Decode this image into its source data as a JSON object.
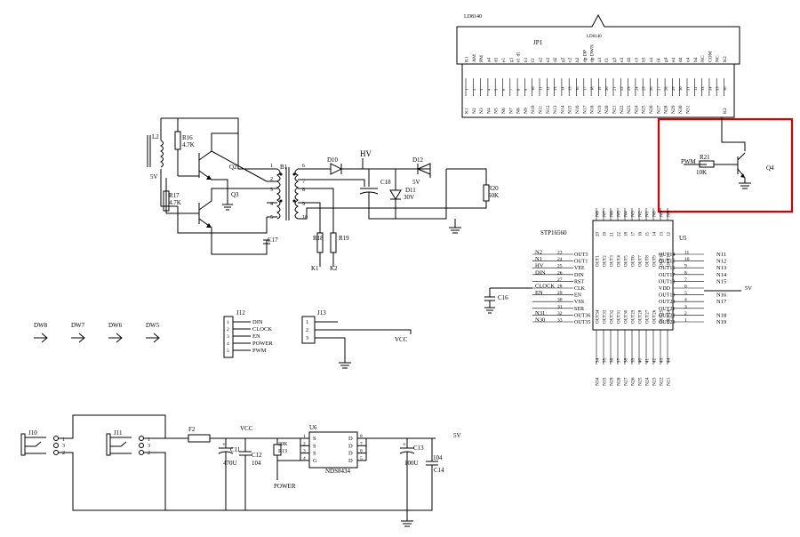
{
  "connector": {
    "ref": "JP1",
    "part_top": "LD8140",
    "part_inner": "LD8140",
    "top_labels": [
      "K1",
      "AM",
      "PM",
      "a4",
      "d1",
      "e1",
      "g1",
      "e1 d1",
      "b1",
      "f2",
      "a2",
      "e2",
      "d2",
      "g2",
      "c2",
      "b2",
      "dp DP",
      "dp DWN",
      "a3",
      "f3",
      "g3",
      "e3",
      "d3",
      "c3",
      "b3",
      "a4",
      "f4",
      "g4",
      "e4",
      "d4",
      "c4",
      "b4",
      "NC",
      "COM",
      "NC",
      "K2"
    ],
    "bottom_labels": [
      "K1",
      "N2",
      "N3",
      "N4",
      "N5",
      "N6",
      "N7",
      "N8",
      "N9",
      "N10",
      "N11",
      "N12",
      "N13",
      "N14",
      "N15",
      "N16",
      "N17",
      "N18",
      "N19",
      "N20",
      "N21",
      "N22",
      "N23",
      "N24",
      "N25",
      "N26",
      "N27",
      "N28",
      "N29",
      "N30",
      "N31",
      "",
      "",
      "",
      "",
      "K2"
    ]
  },
  "transistor_q4": {
    "ref": "Q4",
    "r_ref": "R21",
    "r_val": "10K",
    "net": "PWM"
  },
  "inverter": {
    "L2": "L2",
    "R16": "R16",
    "R16_val": "4.7K",
    "R17": "R17",
    "R17_val": "4.7K",
    "Q2": "Q2",
    "Q3": "Q3",
    "C17": "C17",
    "supply": "5V",
    "B1": "B1",
    "B1_pins": [
      "1",
      "2",
      "3",
      "4",
      "5",
      "6",
      "7",
      "8",
      "9",
      "10"
    ],
    "D10": "D10",
    "HV": "HV",
    "D12": "D12",
    "D12_val": "5V",
    "C18": "C18",
    "D11": "D11",
    "D11_val": "30V",
    "R20": "R20",
    "R20_val": "50K",
    "R18": "R18",
    "R19": "R19",
    "K1": "K1",
    "K2": "K2"
  },
  "driver": {
    "ref": "U5",
    "part": "STP16560",
    "top_pins": [
      [
        "N8",
        "20"
      ],
      [
        "N7",
        "19"
      ],
      [
        "N6",
        "21"
      ],
      [
        "N5",
        "22"
      ],
      [
        "N4",
        "18"
      ],
      [
        "N3",
        "17"
      ],
      [
        "N2",
        "16"
      ],
      [
        "N1",
        "15"
      ],
      [
        "N0",
        "14"
      ],
      [
        "N9",
        "13"
      ],
      [
        "N6",
        "12"
      ]
    ],
    "top_out": [
      "OUT1",
      "OUT2",
      "OUT3",
      "OUT4",
      "OUT5",
      "OUT6",
      "OUT7",
      "OUT8",
      "OUT9",
      "OUT10",
      "OUT11"
    ],
    "left_pins": [
      [
        "N2",
        "23",
        "OUT3"
      ],
      [
        "N1",
        "24",
        "OUT1"
      ],
      [
        "HV",
        "25",
        "VEE"
      ],
      [
        "DIN",
        "26",
        "DIN"
      ],
      [
        "",
        "27",
        "RST"
      ],
      [
        "CLOCK",
        "28",
        "CLK"
      ],
      [
        "EN",
        "29",
        "EN"
      ],
      [
        "",
        "30",
        "VSS"
      ],
      [
        "",
        "31",
        "SER"
      ],
      [
        "N31",
        "32",
        "OUT36"
      ],
      [
        "N30",
        "33",
        "OUT35"
      ]
    ],
    "right_pins": [
      [
        "N11",
        "11",
        "OUT14"
      ],
      [
        "N12",
        "10",
        "OUT15"
      ],
      [
        "N13",
        "9",
        "OUT16"
      ],
      [
        "N14",
        "8",
        "OUT17"
      ],
      [
        "N15",
        "7",
        "OUT18"
      ],
      [
        "5V",
        "6",
        "VDD"
      ],
      [
        "N16",
        "5",
        "OUT19"
      ],
      [
        "N17",
        "4",
        "OUT20"
      ],
      [
        "",
        "3",
        "OUT21"
      ],
      [
        "N18",
        "2",
        "OUT22"
      ],
      [
        "N19",
        "1",
        "OUT23"
      ]
    ],
    "bottom_pins": [
      [
        "N34",
        "34"
      ],
      [
        "N33",
        "35"
      ],
      [
        "N29",
        "36"
      ],
      [
        "N28",
        "37"
      ],
      [
        "N27",
        "38"
      ],
      [
        "N26",
        "39"
      ],
      [
        "N25",
        "40"
      ],
      [
        "N24",
        "41"
      ],
      [
        "N23",
        "42"
      ],
      [
        "N22",
        "43"
      ],
      [
        "N21",
        "44"
      ]
    ],
    "bottom_out": [
      "OUT34",
      "OUT33",
      "OUT32",
      "OUT31",
      "OUT30",
      "OUT29",
      "OUT28",
      "OUT27",
      "OUT26",
      "OUT25",
      "OUT24"
    ],
    "C16": "C16"
  },
  "dw": [
    "DW8",
    "DW7",
    "DW6",
    "DW5"
  ],
  "j12": {
    "ref": "J12",
    "pins": [
      "1",
      "2",
      "3",
      "4",
      "5"
    ],
    "labels": [
      "DIN",
      "CLOCK",
      "EN",
      "POWER",
      "PWM"
    ]
  },
  "j13": {
    "ref": "J13",
    "pins": [
      "1",
      "2",
      "3"
    ],
    "vcc": "VCC"
  },
  "power": {
    "J10": "J10",
    "J11": "J11",
    "jack_pins": [
      "1",
      "3",
      "2"
    ],
    "F2": "F2",
    "VCC": "VCC",
    "C11": "C11",
    "C11_val": "470U",
    "C12": "C12",
    "C12_val": "104",
    "U6": "U6",
    "U6_part": "NDS8434",
    "U6_left": [
      "1",
      "2",
      "3",
      "4"
    ],
    "U6_left_names": [
      "S",
      "S",
      "S",
      "G"
    ],
    "U6_right": [
      "8",
      "7",
      "6",
      "5"
    ],
    "U6_right_names": [
      "D",
      "D",
      "D",
      "D"
    ],
    "R13": "R13",
    "R13_val": "30K",
    "POWER": "POWER",
    "C13": "C13",
    "C13_val": "100U",
    "C14": "C14",
    "C14_val": "104",
    "out": "5V"
  }
}
